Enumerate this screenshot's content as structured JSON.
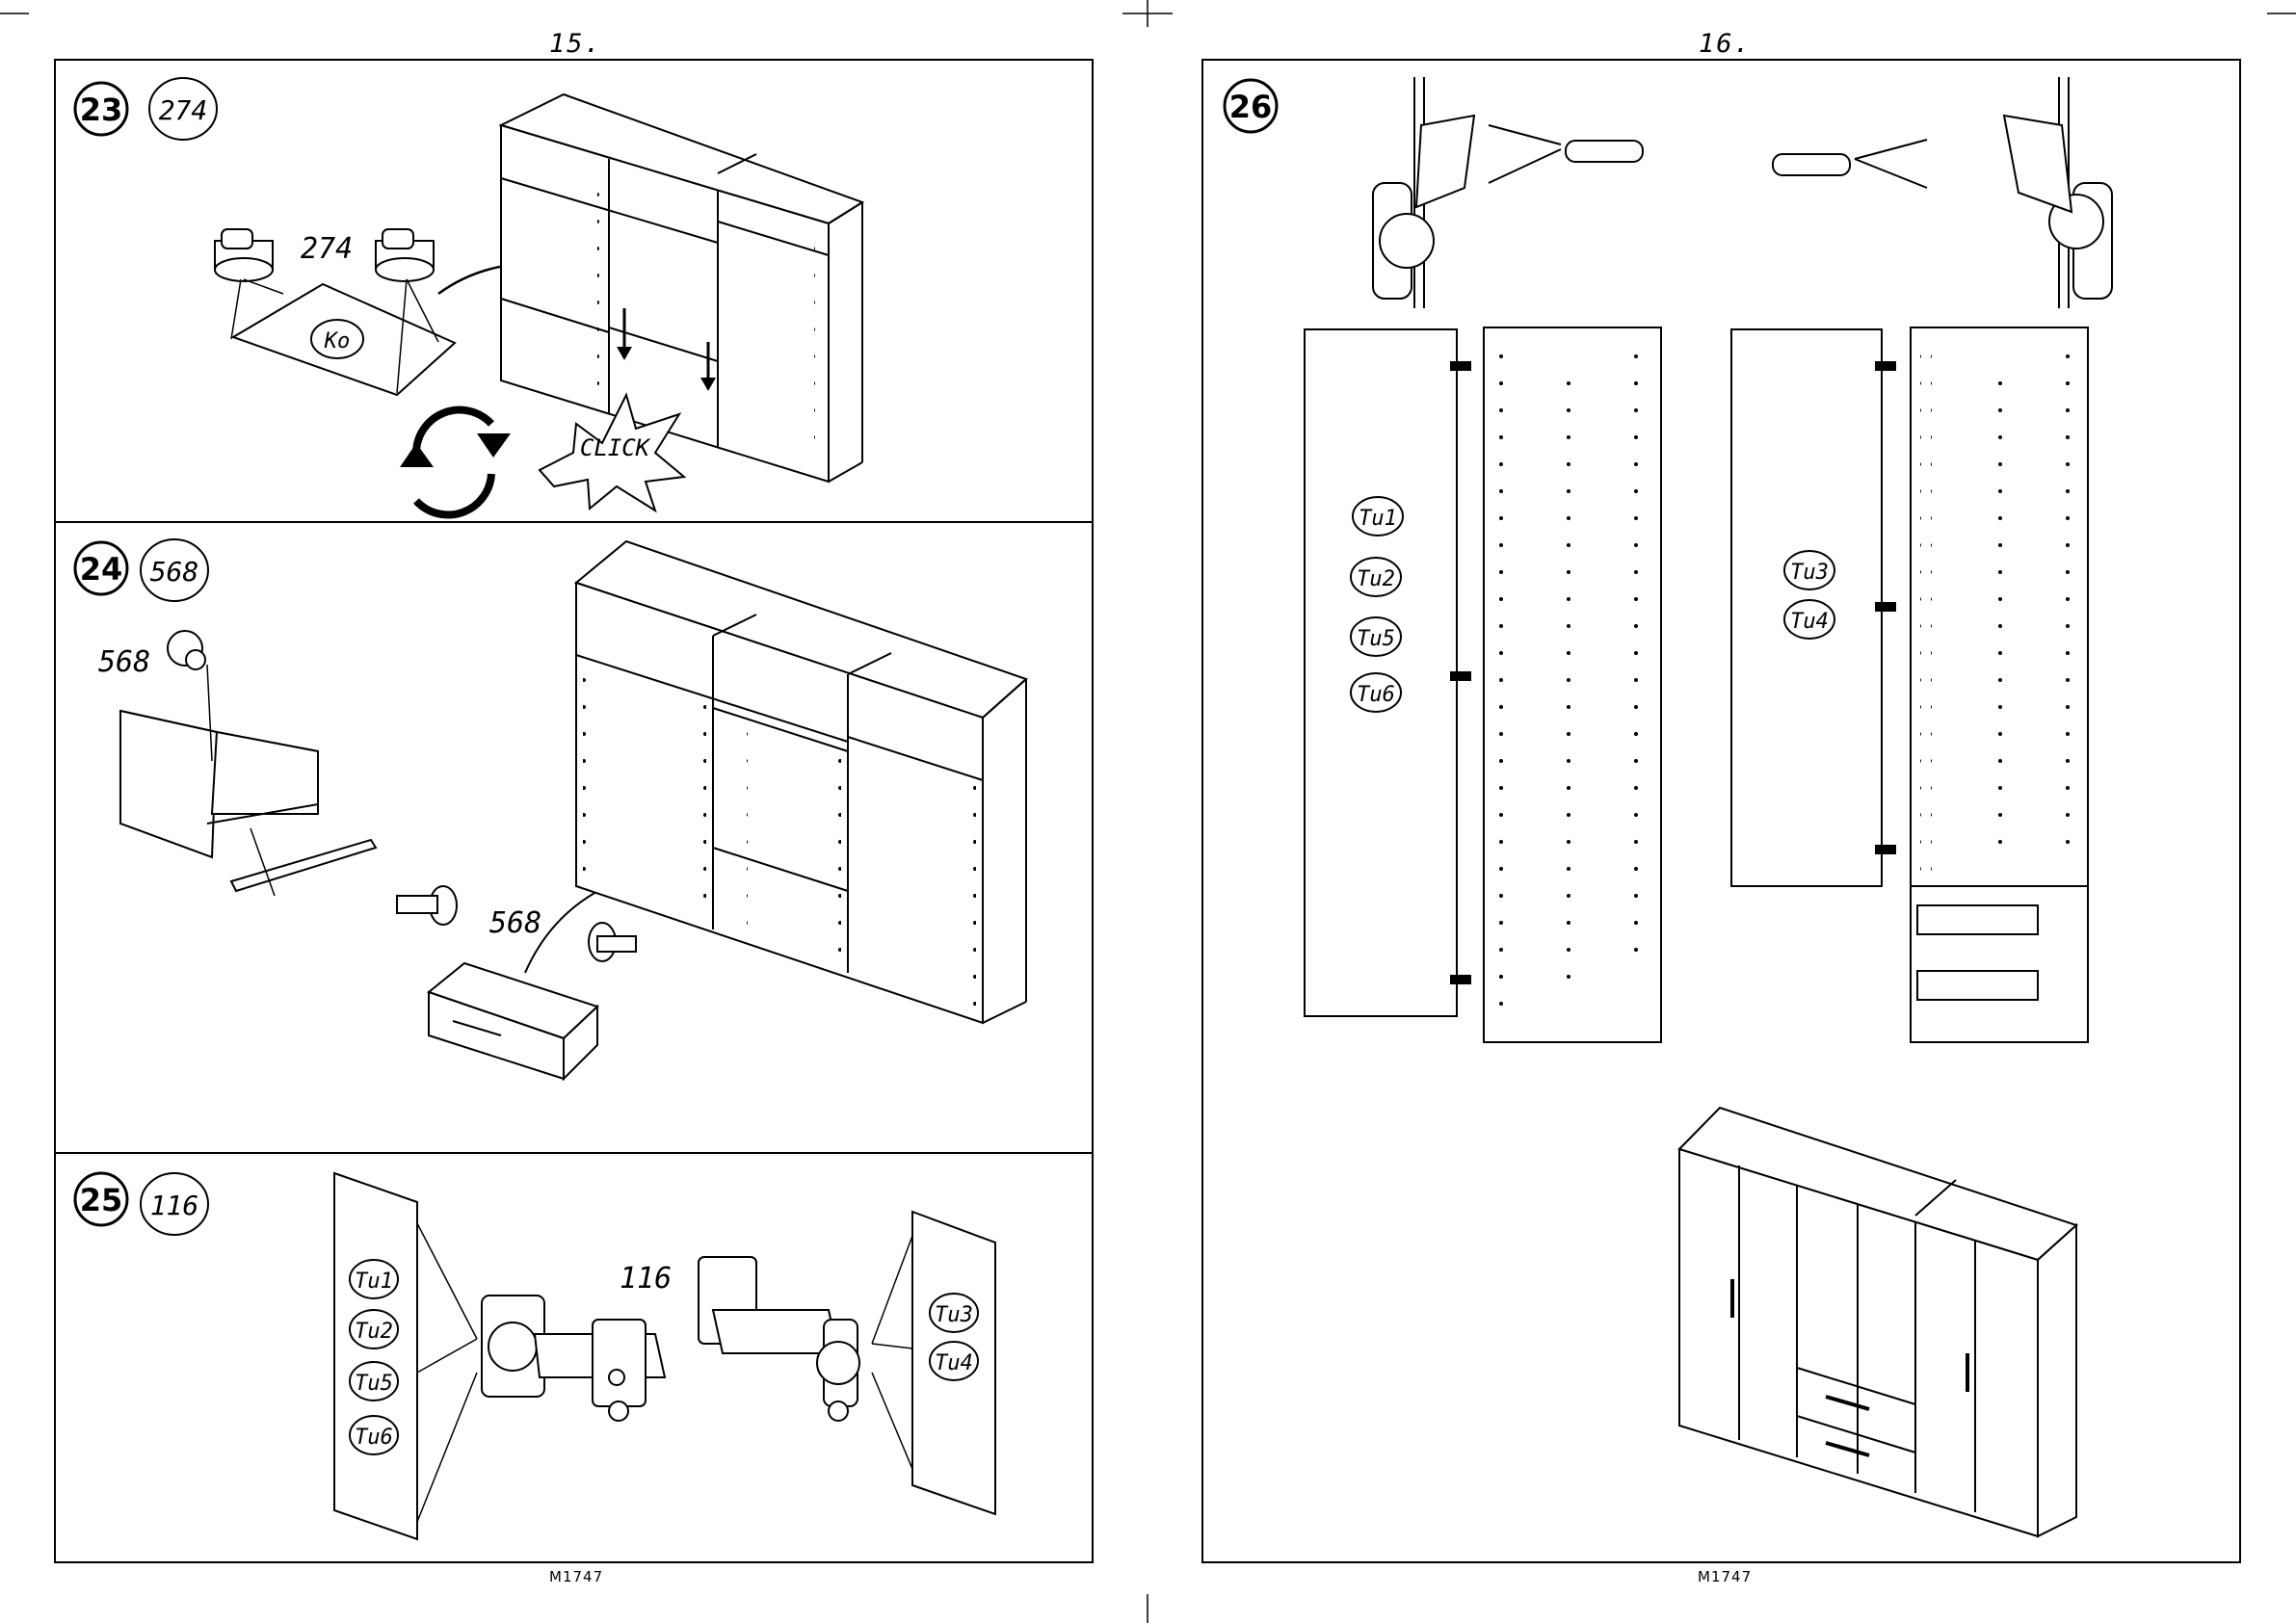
{
  "pages": {
    "left": {
      "number": "15.",
      "code": "M1747"
    },
    "right": {
      "number": "16.",
      "code": "M1747"
    }
  },
  "steps": [
    {
      "step": "23",
      "part": "274",
      "callout": "274",
      "panel_label": "Ko",
      "click": "CLICK"
    },
    {
      "step": "24",
      "part": "568",
      "callout_a": "568",
      "callout_b": "568"
    },
    {
      "step": "25",
      "part": "116",
      "callout": "116",
      "left_door_labels": [
        "Tu1",
        "Tu2",
        "Tu5",
        "Tu6"
      ],
      "right_door_labels": [
        "Tu3",
        "Tu4"
      ]
    },
    {
      "step": "26",
      "left_door_labels": [
        "Tu1",
        "Tu2",
        "Tu5",
        "Tu6"
      ],
      "right_door_labels": [
        "Tu3",
        "Tu4"
      ]
    }
  ]
}
